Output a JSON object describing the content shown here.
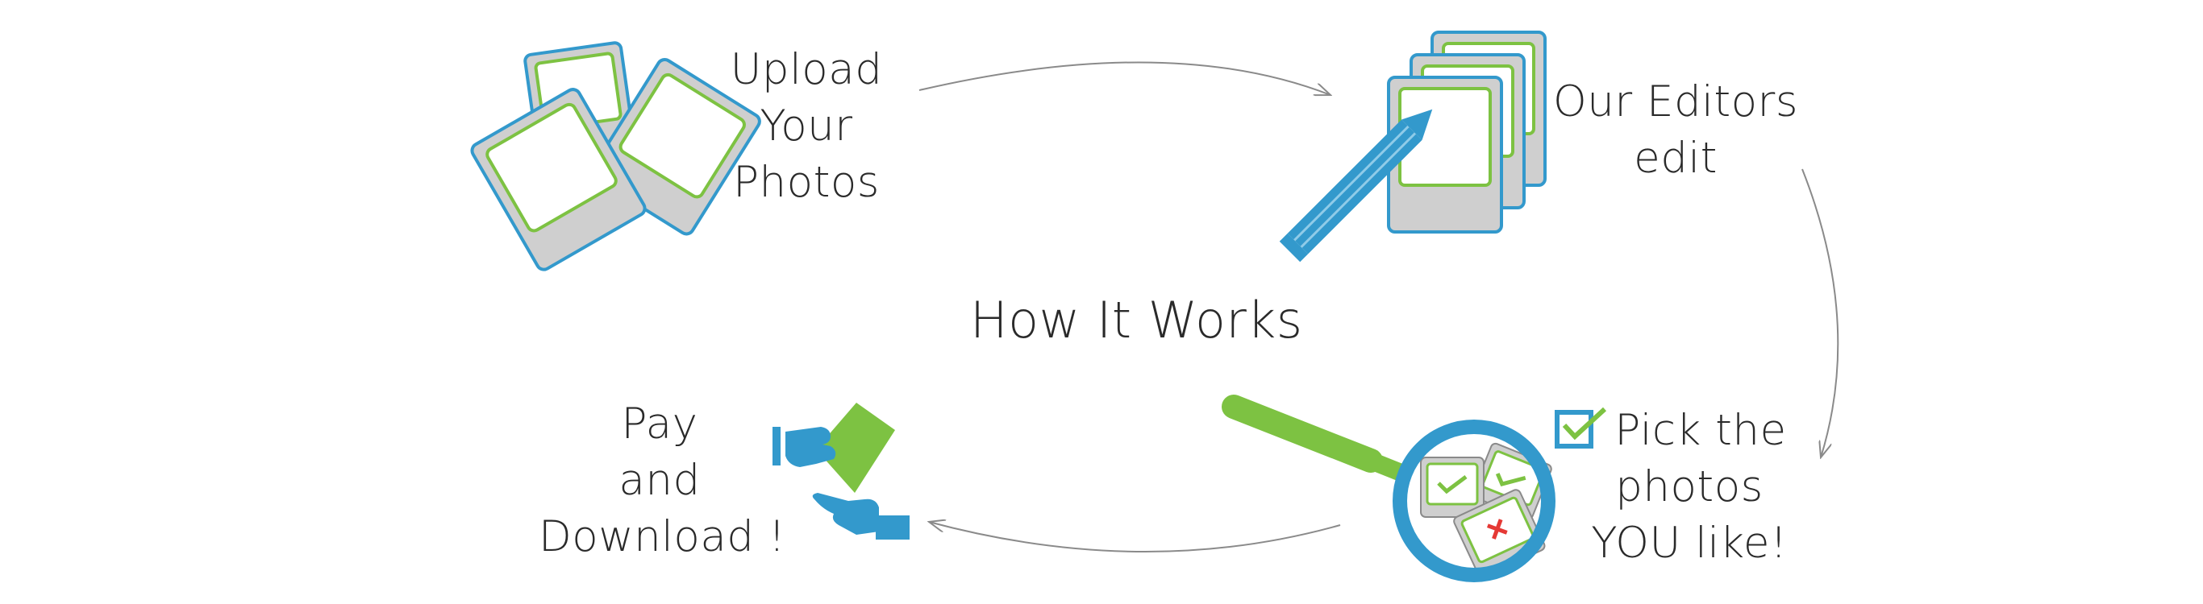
{
  "title": "How It Works",
  "steps": {
    "upload": {
      "lines": [
        "Upload",
        "Your",
        "Photos"
      ]
    },
    "edit": {
      "lines": [
        "Our Editors",
        "edit"
      ]
    },
    "pick": {
      "lines": [
        "Pick the",
        "photos",
        "YOU  like!"
      ]
    },
    "pay": {
      "lines": [
        "Pay",
        "and",
        "Download !"
      ]
    }
  },
  "colors": {
    "blue": "#3399cc",
    "green": "#7dc242",
    "grey": "#cfcfcf",
    "red": "#e53935",
    "arrow": "#8a8a8a",
    "text": "#2a2a2a"
  },
  "icons": {
    "upload": "photo-stack-icon",
    "edit": "pencil-photos-icon",
    "pick": "magnifier-icon",
    "pay": "payment-hands-icon"
  }
}
